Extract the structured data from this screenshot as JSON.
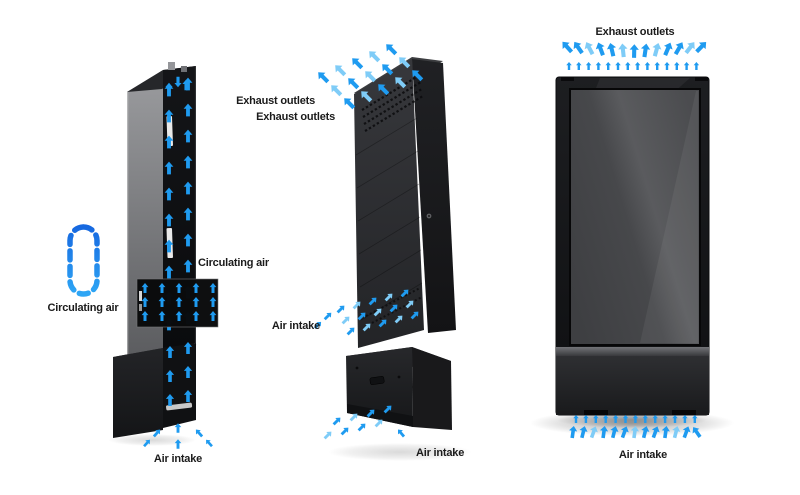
{
  "labels": {
    "left_circulating_side": "Circulating air",
    "left_circulating_inset": "Circulating air",
    "left_air_intake": "Air intake",
    "middle_exhaust_1": "Exhaust outlets",
    "middle_exhaust_2": "Exhaust outlets",
    "middle_air_intake_upper": "Air intake",
    "middle_air_intake_lower": "Air intake",
    "right_exhaust": "Exhaust outlets",
    "right_air_intake": "Air intake"
  },
  "colors": {
    "arrow-main": "#1f9bf0",
    "arrow-light": "#7fccf7",
    "label-text": "#1b1b1b"
  },
  "icons": {
    "airflow-arrow-icon": "block arrow (up / angled) showing air direction",
    "circulation-loop-icon": "blue dashed rounded loop showing circulating air",
    "keyhole-icon": "small lock keyhole on kiosk side panel"
  }
}
